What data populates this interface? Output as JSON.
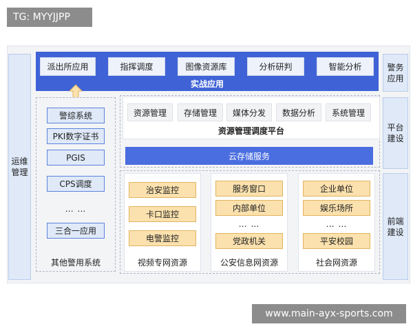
{
  "watermark_top": "TG: MYYJJPP",
  "watermark_bottom": "www.main-ayx-sports.com",
  "left_sidebar": {
    "label_line1": "运维",
    "label_line2": "管理"
  },
  "right_sidebar": [
    {
      "line1": "警务",
      "line2": "应用"
    },
    {
      "line1": "平台",
      "line2": "建设"
    },
    {
      "line1": "前端",
      "line2": "建设"
    }
  ],
  "combat_app": {
    "title": "实战应用",
    "items": [
      "派出所应用",
      "指挥调度",
      "图像资源库",
      "分析研判",
      "智能分析"
    ]
  },
  "other_police_systems": {
    "title": "其他警用系统",
    "items": [
      "警综系统",
      "PKI数字证书",
      "PGIS",
      "CPS调度",
      "三合一应用"
    ],
    "ellipsis": "… …"
  },
  "resource_platform": {
    "title": "资源管理调度平台",
    "items": [
      "资源管理",
      "存储管理",
      "媒体分发",
      "数据分析",
      "系统管理"
    ]
  },
  "cloud_storage": "云存储服务",
  "resources": [
    {
      "title": "视频专网资源",
      "items": [
        "治安监控",
        "卡口监控",
        "电警监控"
      ]
    },
    {
      "title": "公安信息网资源",
      "items": [
        "服务窗口",
        "内部单位",
        "党政机关"
      ],
      "ellipsis": "… …"
    },
    {
      "title": "社会网资源",
      "items": [
        "企业单位",
        "娱乐场所",
        "平安校园"
      ],
      "ellipsis": "… …"
    }
  ],
  "colors": {
    "primary_blue": "#3f63d6",
    "light_blue": "#dfe9f8",
    "orange": "#fbe1ad",
    "background": "#f3f4f6"
  }
}
